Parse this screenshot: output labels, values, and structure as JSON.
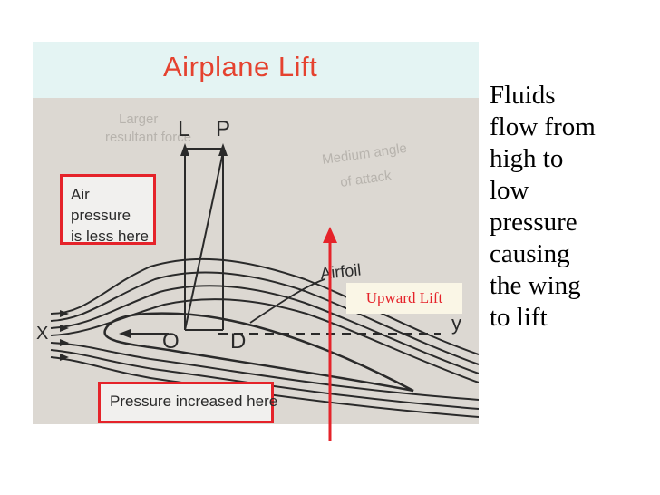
{
  "title": "Airplane Lift",
  "callouts": {
    "air_pressure_less": [
      "Air pressure",
      "is less here"
    ],
    "pressure_increased": "Pressure increased here"
  },
  "diagram_labels": {
    "L": "L",
    "P": "P",
    "O": "O",
    "D": "D",
    "X": "X",
    "y": "y",
    "airfoil": "Airfoil"
  },
  "upward_lift_label": "Upward Lift",
  "explanation_lines": [
    "Fluids",
    "flow from",
    "high to",
    "low",
    "pressure",
    "causing",
    "the wing",
    "to lift"
  ],
  "colors": {
    "title": "#e5422f",
    "callout_border": "#e5232a",
    "lift_arrow": "#e5232a",
    "scan_background": "#dcd8d2",
    "header_background": "#e4f4f3"
  }
}
